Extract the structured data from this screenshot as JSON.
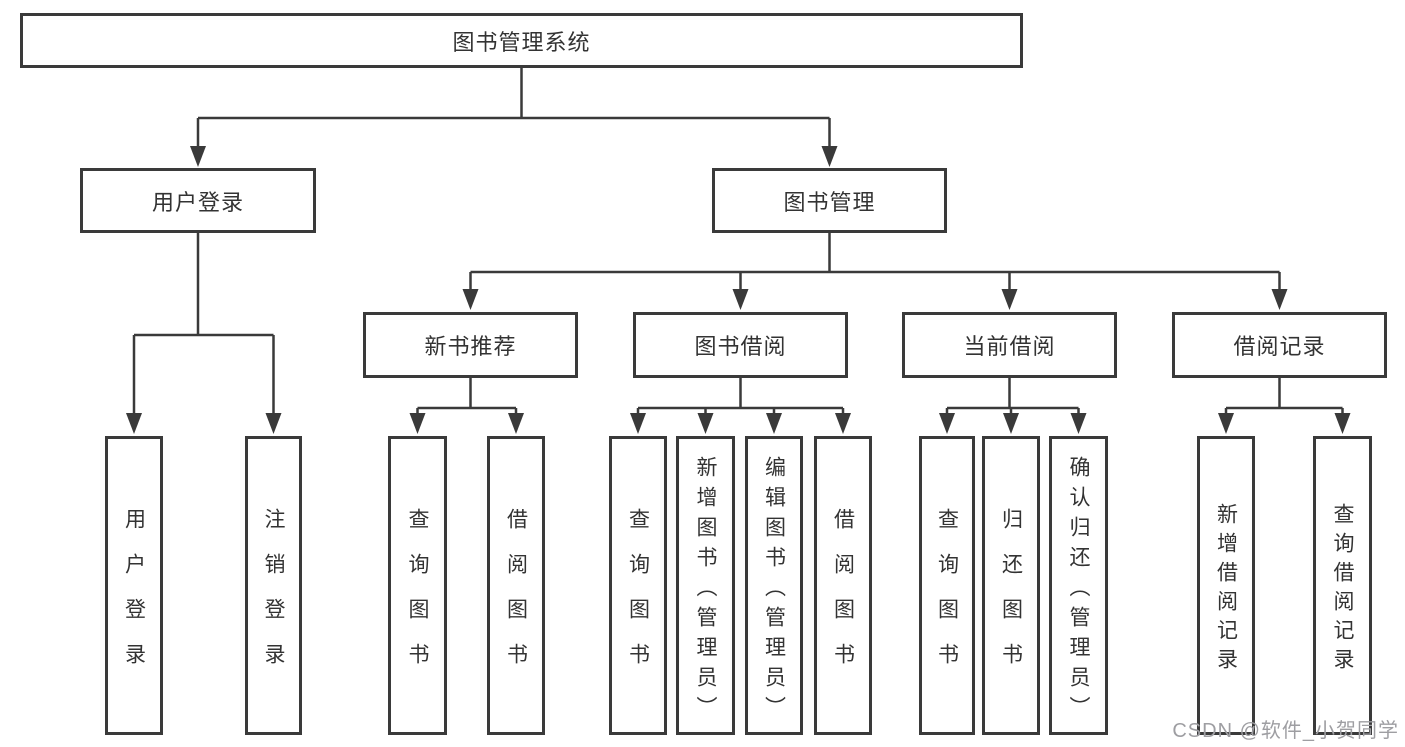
{
  "tree": {
    "root": "图书管理系统",
    "level2": [
      {
        "label": "用户登录",
        "leaves": [
          "用户登录",
          "注销登录"
        ]
      },
      {
        "label": "图书管理",
        "groups": [
          {
            "label": "新书推荐",
            "leaves": [
              "查询图书",
              "借阅图书"
            ]
          },
          {
            "label": "图书借阅",
            "leaves": [
              "查询图书",
              "新增图书（管理员）",
              "编辑图书（管理员）",
              "借阅图书"
            ]
          },
          {
            "label": "当前借阅",
            "leaves": [
              "查询图书",
              "归还图书",
              "确认归还（管理员）"
            ]
          },
          {
            "label": "借阅记录",
            "leaves": [
              "新增借阅记录",
              "查询借阅记录"
            ]
          }
        ]
      }
    ]
  },
  "watermark": "CSDN @软件_小贺同学",
  "colors": {
    "line": "#3a3a3a",
    "text": "#333333",
    "wm": "#9e9ea2",
    "bg": "#ffffff"
  }
}
